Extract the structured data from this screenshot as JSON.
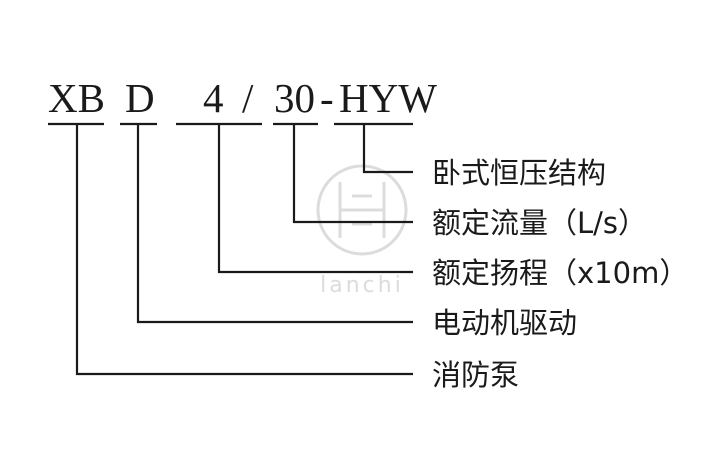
{
  "model_code": {
    "segments": [
      "XB",
      "D",
      "4",
      "/",
      "30",
      "-",
      "HYW"
    ]
  },
  "descriptions": [
    "卧式恒压结构",
    "额定流量（L/s）",
    "额定扬程（x10m）",
    "电动机驱动",
    "消防泵"
  ],
  "watermark": {
    "text": "lanchi",
    "icon": "brand-logo-icon"
  }
}
